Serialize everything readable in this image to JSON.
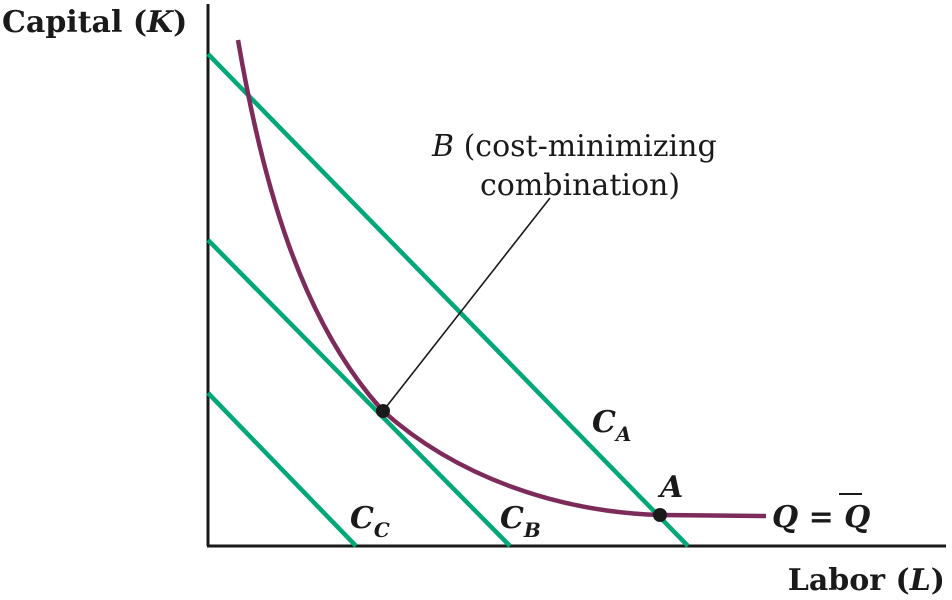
{
  "axes": {
    "y_label_text": "Capital (",
    "y_label_var": "K",
    "y_label_close": ")",
    "x_label_text": "Labor (",
    "x_label_var": "L",
    "x_label_close": ")"
  },
  "annotation": {
    "var": "B",
    "line1_rest": " (cost-minimizing",
    "line2": "combination)"
  },
  "isocost_labels": [
    {
      "base": "C",
      "sub": "A"
    },
    {
      "base": "C",
      "sub": "B"
    },
    {
      "base": "C",
      "sub": "C"
    }
  ],
  "isoquant_label": {
    "lhs": "Q",
    "eq": " = ",
    "rhs": "Q"
  },
  "points": {
    "A": "A",
    "B": ""
  },
  "colors": {
    "isocost": "#00a878",
    "isoquant": "#7d2b5a",
    "axis": "#1a1a1a",
    "point": "#1a1a1a"
  }
}
